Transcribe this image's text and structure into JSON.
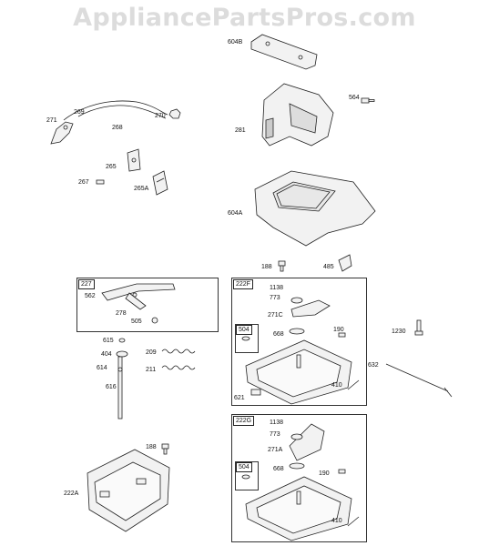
{
  "watermark": "AppliancePartsPros.com",
  "parts": {
    "p604B": "604B",
    "p564": "564",
    "p281": "281",
    "p269": "269",
    "p271": "271",
    "p268": "268",
    "p270": "270",
    "p265": "265",
    "p267": "267",
    "p265A": "265A",
    "p604A": "604A",
    "p188a": "188",
    "p485": "485",
    "p562": "562",
    "p278": "278",
    "p505": "505",
    "p615": "615",
    "p404": "404",
    "p209": "209",
    "p614": "614",
    "p211": "211",
    "p616": "616",
    "p188b": "188",
    "p222A": "222A",
    "f_1138": "1138",
    "f_773": "773",
    "f_271C": "271C",
    "f_668": "668",
    "f_190": "190",
    "f_621": "621",
    "f_410": "410",
    "p1230": "1230",
    "p632": "632",
    "g_1138": "1138",
    "g_773": "773",
    "g_271A": "271A",
    "g_668": "668",
    "g_190": "190",
    "g_410": "410"
  },
  "boxes": {
    "box227": "227",
    "box222F": "222F",
    "box504F": "504",
    "box222G": "222G",
    "box504G": "504"
  }
}
